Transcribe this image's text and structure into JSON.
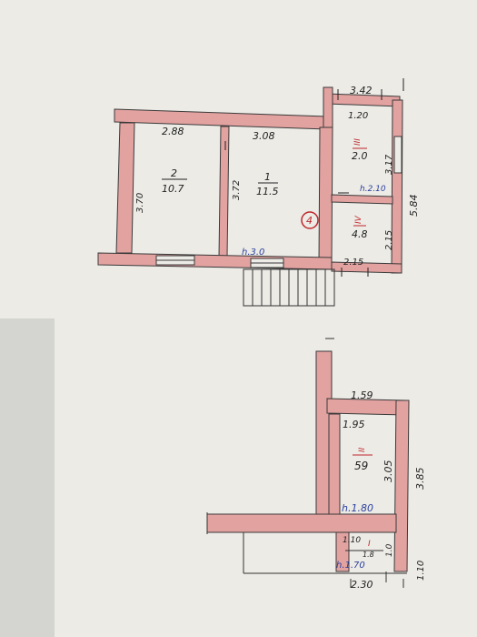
{
  "colors": {
    "paper": "#ecebe6",
    "wall": "#e2a2a0",
    "wall_edge": "#3a3a3a",
    "ink": "#222222",
    "blue_ink": "#2a3f9e",
    "red_ink": "#c0262b"
  },
  "upper_plan": {
    "width_top_left": "2.88",
    "width_top_mid": "3.08",
    "width_top_right": "3.42",
    "width_right_room": "1.20",
    "height_left": "3.70",
    "height_mid": "3.72",
    "height_right_a": "3.17",
    "height_right_b": "2.15",
    "height_total": "5.84",
    "width_bottom_small": "2.15",
    "room_1_no": "1",
    "room_1_area": "11.5",
    "room_2_no": "2",
    "room_2_area": "10.7",
    "room_3_no": "III",
    "room_3_area": "2.0",
    "room_4_no": "IV",
    "room_4_area": "4.8",
    "ceiling_main": "h.3.0",
    "ceiling_side": "h.2.10",
    "circle_mark": "4"
  },
  "lower_plan": {
    "width_top": "1.59",
    "width_inner": "1.95",
    "height_inner": "3.05",
    "height_outer": "3.85",
    "room_ii_no": "II",
    "room_ii_area": "59",
    "ceiling": "h.1.80",
    "small_width": "1.10",
    "small_height": "1.0",
    "room_i_no": "I",
    "room_i_area": "1.8",
    "bottom_width": "2.30",
    "right_height": "1.10",
    "bottom_ceiling": "h.1.70"
  }
}
